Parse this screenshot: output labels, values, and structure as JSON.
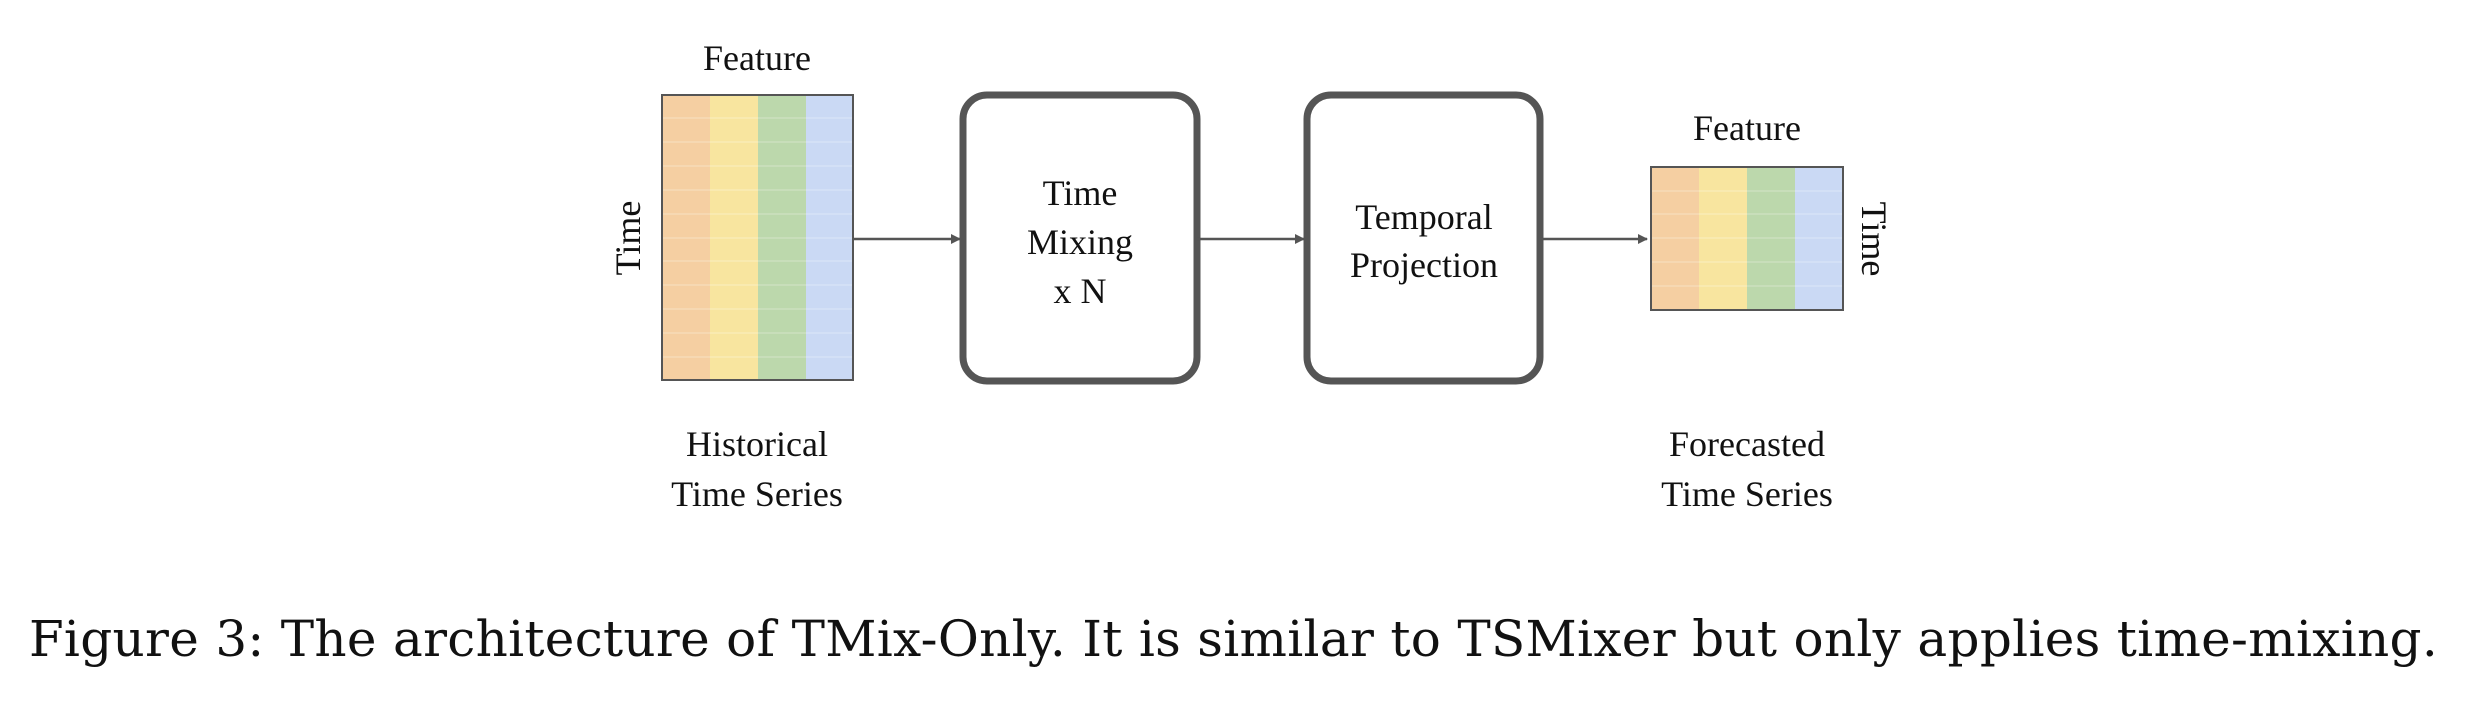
{
  "diagram": {
    "input": {
      "top_label": "Feature",
      "side_label": "Time",
      "caption_line1": "Historical",
      "caption_line2": "Time Series"
    },
    "block1": {
      "line1": "Time",
      "line2": "Mixing",
      "line3": "x N"
    },
    "block2": {
      "line1": "Temporal",
      "line2": "Projection"
    },
    "output": {
      "top_label": "Feature",
      "side_label": "Time",
      "caption_line1": "Forecasted",
      "caption_line2": "Time Series"
    },
    "feature_colors": [
      "#f5cfa2",
      "#f8e59f",
      "#bcd8ac",
      "#cad9f4"
    ],
    "border_color": "#555555"
  },
  "figure": {
    "caption": "Figure 3: The architecture of TMix-Only. It is similar to TSMixer but only applies time-mixing."
  }
}
